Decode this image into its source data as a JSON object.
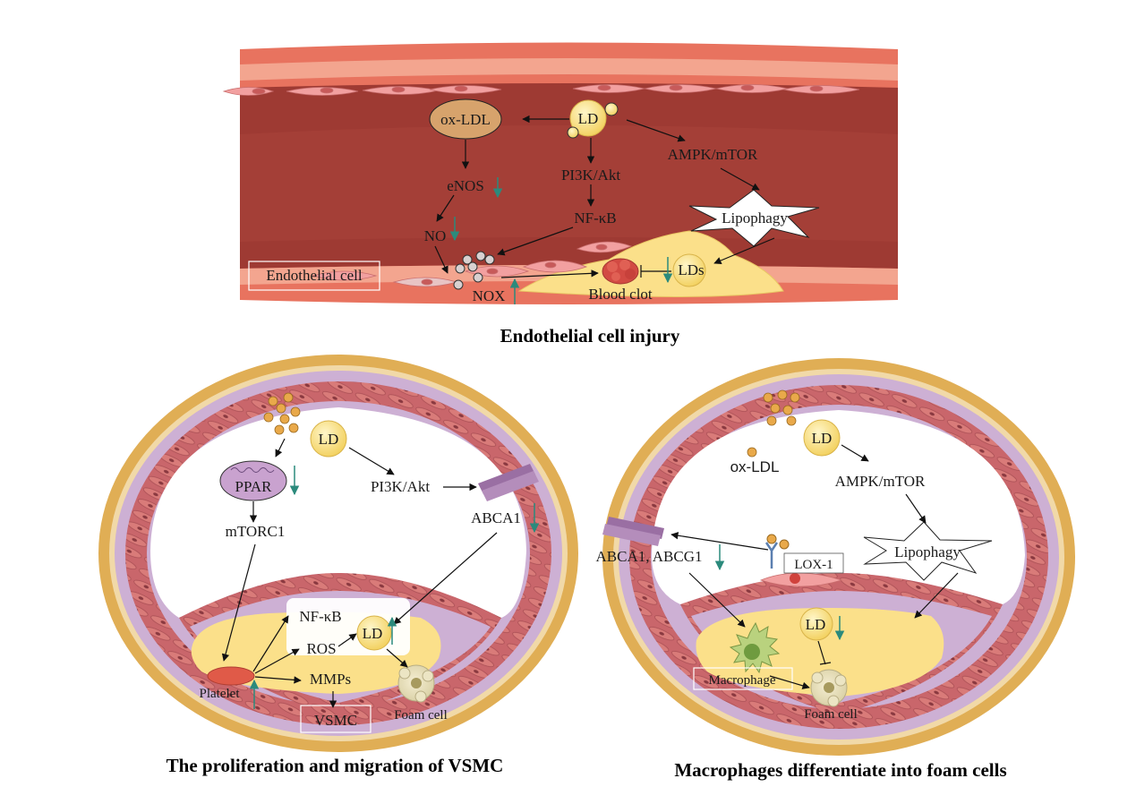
{
  "panel_top": {
    "labels": {
      "ox_ldl": "ox-LDL",
      "ld": "LD",
      "ampk_mtor": "AMPK/mTOR",
      "enos": "eNOS",
      "pi3k_akt": "PI3K/Akt",
      "nf_kb": "NF-κB",
      "lipophagy": "Lipophagy",
      "no": "NO",
      "endothelial_cell": "Endothelial cell",
      "nox": "NOX",
      "blood_clot": "Blood clot",
      "lds": "LDs"
    },
    "caption": "Endothelial cell injury"
  },
  "panel_left": {
    "labels": {
      "ld": "LD",
      "ppar": "PPAR",
      "pi3k_akt": "PI3K/Akt",
      "abca1": "ABCA1",
      "mtorc1": "mTORC1",
      "nf_kb": "NF-κB",
      "ros": "ROS",
      "ld_inner": "LD",
      "mmps": "MMPs",
      "platelet": "Platelet",
      "vsmc": "VSMC",
      "foam_cell": "Foam cell"
    },
    "caption": "The proliferation and migration of VSMC"
  },
  "panel_right": {
    "labels": {
      "ld": "LD",
      "ox_ldl": "ox-LDL",
      "ampk_mtor": "AMPK/mTOR",
      "lipophagy": "Lipophagy",
      "abca1_abcg1": "ABCA1, ABCG1",
      "lox1": "LOX-1",
      "ld_inner": "LD",
      "macrophage": "Macrophage",
      "foam_cell": "Foam cell"
    },
    "caption": "Macrophages differentiate into foam cells"
  },
  "colors": {
    "vessel_outer": "#e8735f",
    "vessel_lumen": "#9e3a33",
    "plaque": "#fbe08a",
    "ring_outer": "#e0ae55",
    "ring_purple": "#cdb0d4",
    "ring_muscle": "#c9666b",
    "arrow_indicator": "#2b8a7c"
  }
}
